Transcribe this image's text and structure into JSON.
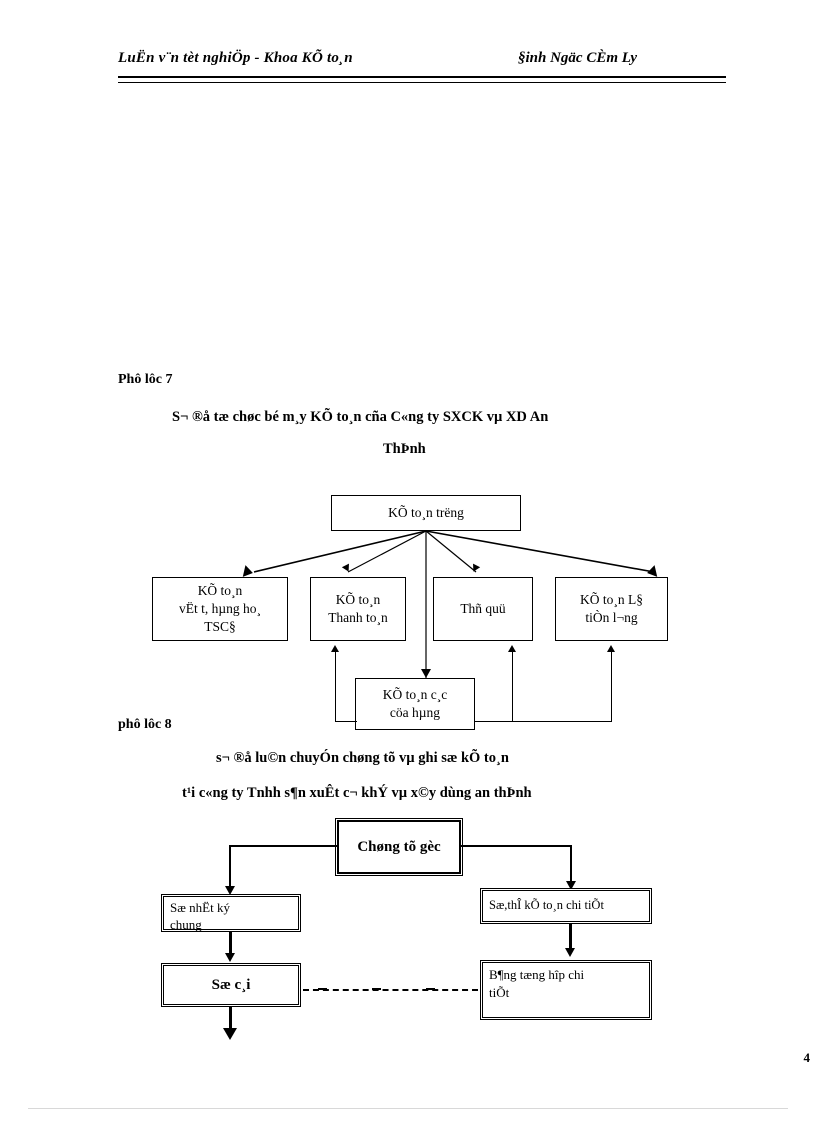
{
  "header": {
    "left": "LuËn v¨n tèt nghiÖp - Khoa KÕ to¸n",
    "right": "§inh Ngäc CÈm Ly"
  },
  "section7": {
    "label": "Phô lôc 7",
    "title_line1": "S¬ ®å tæ chøc bé m¸y KÕ to¸n cña C«ng ty SXCK vµ XD An",
    "title_line2": "ThÞnh",
    "diagram": {
      "type": "org-chart",
      "nodes": [
        {
          "id": "chief",
          "text": "KÕ to¸n trëng"
        },
        {
          "id": "materials",
          "text": "KÕ to¸n\nvËt t, hµng ho¸\nTSC§"
        },
        {
          "id": "payments",
          "text": "KÕ to¸n\nThanh to¸n"
        },
        {
          "id": "cashier",
          "text": "Thñ quü"
        },
        {
          "id": "payroll",
          "text": "KÕ to¸n L§\ntiÒn l¬ng"
        },
        {
          "id": "shops",
          "text": "KÕ to¸n c¸c\ncöa hµng"
        }
      ],
      "edges": [
        {
          "from": "chief",
          "to": "materials"
        },
        {
          "from": "chief",
          "to": "payments"
        },
        {
          "from": "chief",
          "to": "cashier"
        },
        {
          "from": "chief",
          "to": "payroll"
        },
        {
          "from": "chief",
          "to": "shops"
        },
        {
          "from": "shops",
          "to": "payments"
        },
        {
          "from": "shops",
          "to": "cashier"
        },
        {
          "from": "shops",
          "to": "payroll"
        }
      ]
    }
  },
  "section8": {
    "label": "phô lôc 8",
    "title_line1": "s¬ ®å lu©n chuyÓn chøng tõ vµ ghi sæ kÕ to¸n",
    "title_line2": "t¹i  c«ng ty Tnhh s¶n xuÊt c¬ khÝ vµ x©y dùng an thÞnh",
    "diagram": {
      "type": "flow-chart",
      "nodes": [
        {
          "id": "source",
          "text": "Chøng tõ gèc"
        },
        {
          "id": "journal",
          "text": "Sæ nhËt ký\nchung"
        },
        {
          "id": "ledger",
          "text": "Sæ c¸i"
        },
        {
          "id": "detail",
          "text": "Sæ,thÎ kÕ to¸n chi tiÕt"
        },
        {
          "id": "summary",
          "text": "B¶ng tæng hîp chi\ntiÕt"
        }
      ],
      "edges": [
        {
          "from": "source",
          "to": "journal",
          "style": "solid"
        },
        {
          "from": "source",
          "to": "detail",
          "style": "solid"
        },
        {
          "from": "journal",
          "to": "ledger",
          "style": "solid"
        },
        {
          "from": "detail",
          "to": "summary",
          "style": "solid"
        },
        {
          "from": "ledger",
          "to": "summary",
          "style": "dash-dot"
        },
        {
          "from": "ledger",
          "to": "",
          "style": "solid-down"
        }
      ]
    }
  },
  "footer": {
    "page_number": "4"
  }
}
